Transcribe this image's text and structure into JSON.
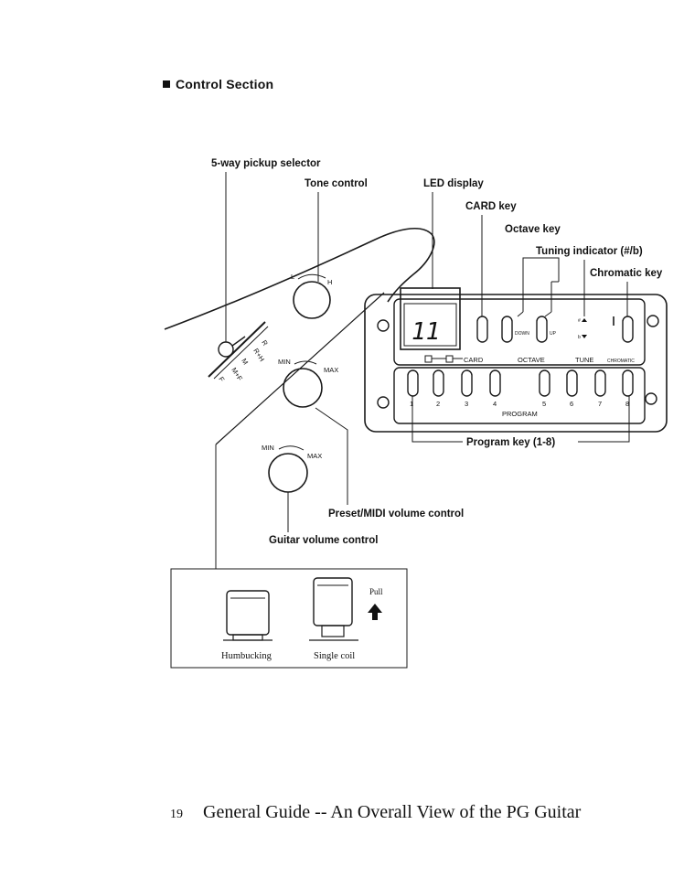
{
  "heading": "Control Section",
  "labels": {
    "pickup_selector": "5-way pickup selector",
    "tone_control": "Tone control",
    "led_display": "LED display",
    "card_key": "CARD key",
    "octave_key": "Octave key",
    "tuning_indicator": "Tuning indicator (#/b)",
    "chromatic_key": "Chromatic key",
    "program_key": "Program key (1-8)",
    "preset_volume": "Preset/MIDI volume control",
    "guitar_volume": "Guitar volume control"
  },
  "selector_positions": [
    "R",
    "R+H",
    "M",
    "M+F",
    "F"
  ],
  "knobs": {
    "tone_marks": [
      "L",
      "H"
    ],
    "volume_marks": [
      "MIN",
      "MAX"
    ]
  },
  "panel": {
    "led_value": "11",
    "card": "CARD",
    "octave": "OCTAVE",
    "down": "DOWN",
    "up": "UP",
    "tune": "TUNE",
    "chromatic": "CHROMATIC",
    "sharp": "#",
    "flat": "b",
    "program": "PROGRAM",
    "program_numbers": [
      "1",
      "2",
      "3",
      "4",
      "5",
      "6",
      "7",
      "8"
    ]
  },
  "inset": {
    "humbucking": "Humbucking",
    "single_coil": "Single coil",
    "pull": "Pull"
  },
  "footer": {
    "page_number": "19",
    "title": "General Guide -- An Overall View of the PG Guitar"
  }
}
